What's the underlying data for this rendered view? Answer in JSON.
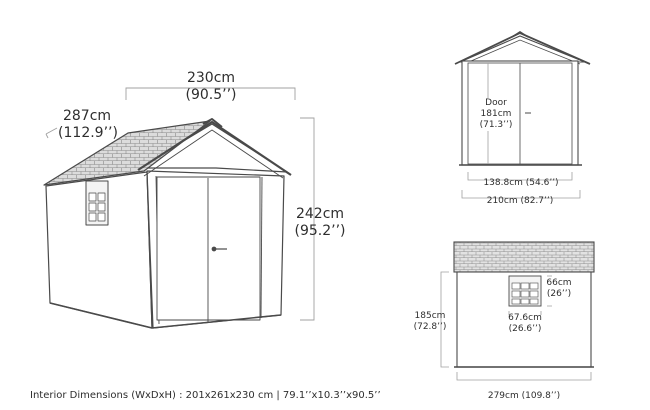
{
  "main_view": {
    "width_cm": "230cm",
    "width_in": "(90.5’’)",
    "depth_cm": "287cm",
    "depth_in": "(112.9’’)",
    "height_cm": "242cm",
    "height_in": "(95.2’’)"
  },
  "front_view": {
    "door_label": "Door",
    "door_height_cm": "181cm",
    "door_height_in": "(71.3’’)",
    "door_width": "138.8cm (54.6’’)",
    "total_width": "210cm (82.7’’)"
  },
  "side_view": {
    "window_height_cm": "66cm",
    "window_height_in": "(26’’)",
    "window_width_cm": "67.6cm",
    "window_width_in": "(26.6’’)",
    "wall_height_cm": "185cm",
    "wall_height_in": "(72.8’’)",
    "depth": "279cm (109.8’’)"
  },
  "footer": {
    "interior_dimensions": "Interior Dimensions (WxDxH) : 201x261x230 cm | 79.1’’x10.3’’x90.5’’"
  },
  "colors": {
    "line": "#4a4a4a",
    "dimension_line": "#9a9a9a",
    "roof_fill": "#d9d9d9",
    "wall_fill": "#ffffff"
  }
}
